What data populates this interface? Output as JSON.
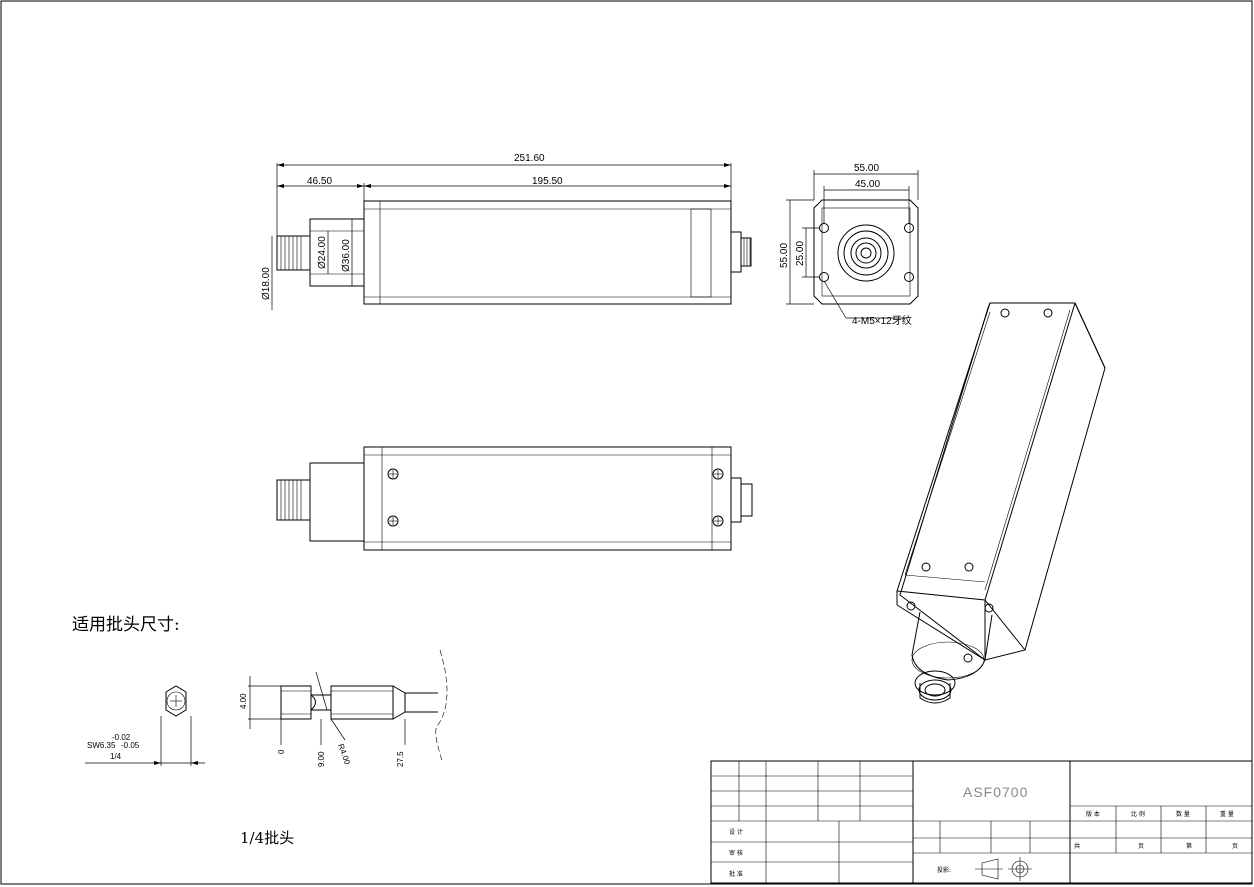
{
  "dimensions": {
    "overall_length": "251.60",
    "connector_length": "46.50",
    "body_length": "195.50",
    "diameter_24": "Ø24.00",
    "diameter_36": "Ø36.00",
    "diameter_18": "Ø18.00",
    "flange_width": "55.00",
    "hole_spacing_h": "45.00",
    "flange_height": "55.00",
    "hole_spacing_v": "25.00",
    "thread_note": "4-M5×12牙纹"
  },
  "bit": {
    "heading": "适用批头尺寸:",
    "tol_upper": "-0.02",
    "sw_label": "SW6.35",
    "tol_lower": "-0.05",
    "hex_size": "1/4",
    "dim_400": "4.00",
    "dim_0": "0",
    "dim_900": "9.00",
    "dim_r4": "R4.00",
    "dim_275": "27.5",
    "caption": "1/4批头"
  },
  "title_block": {
    "part_number": "ASF0700",
    "design": "设 计",
    "review": "审 核",
    "approve": "批 准",
    "version": "版 本",
    "scale": "比 例",
    "quantity": "数 量",
    "weight": "重 量",
    "total": "共",
    "page": "页",
    "sheet_no": "第",
    "page2": "页",
    "projection": "投影:"
  }
}
